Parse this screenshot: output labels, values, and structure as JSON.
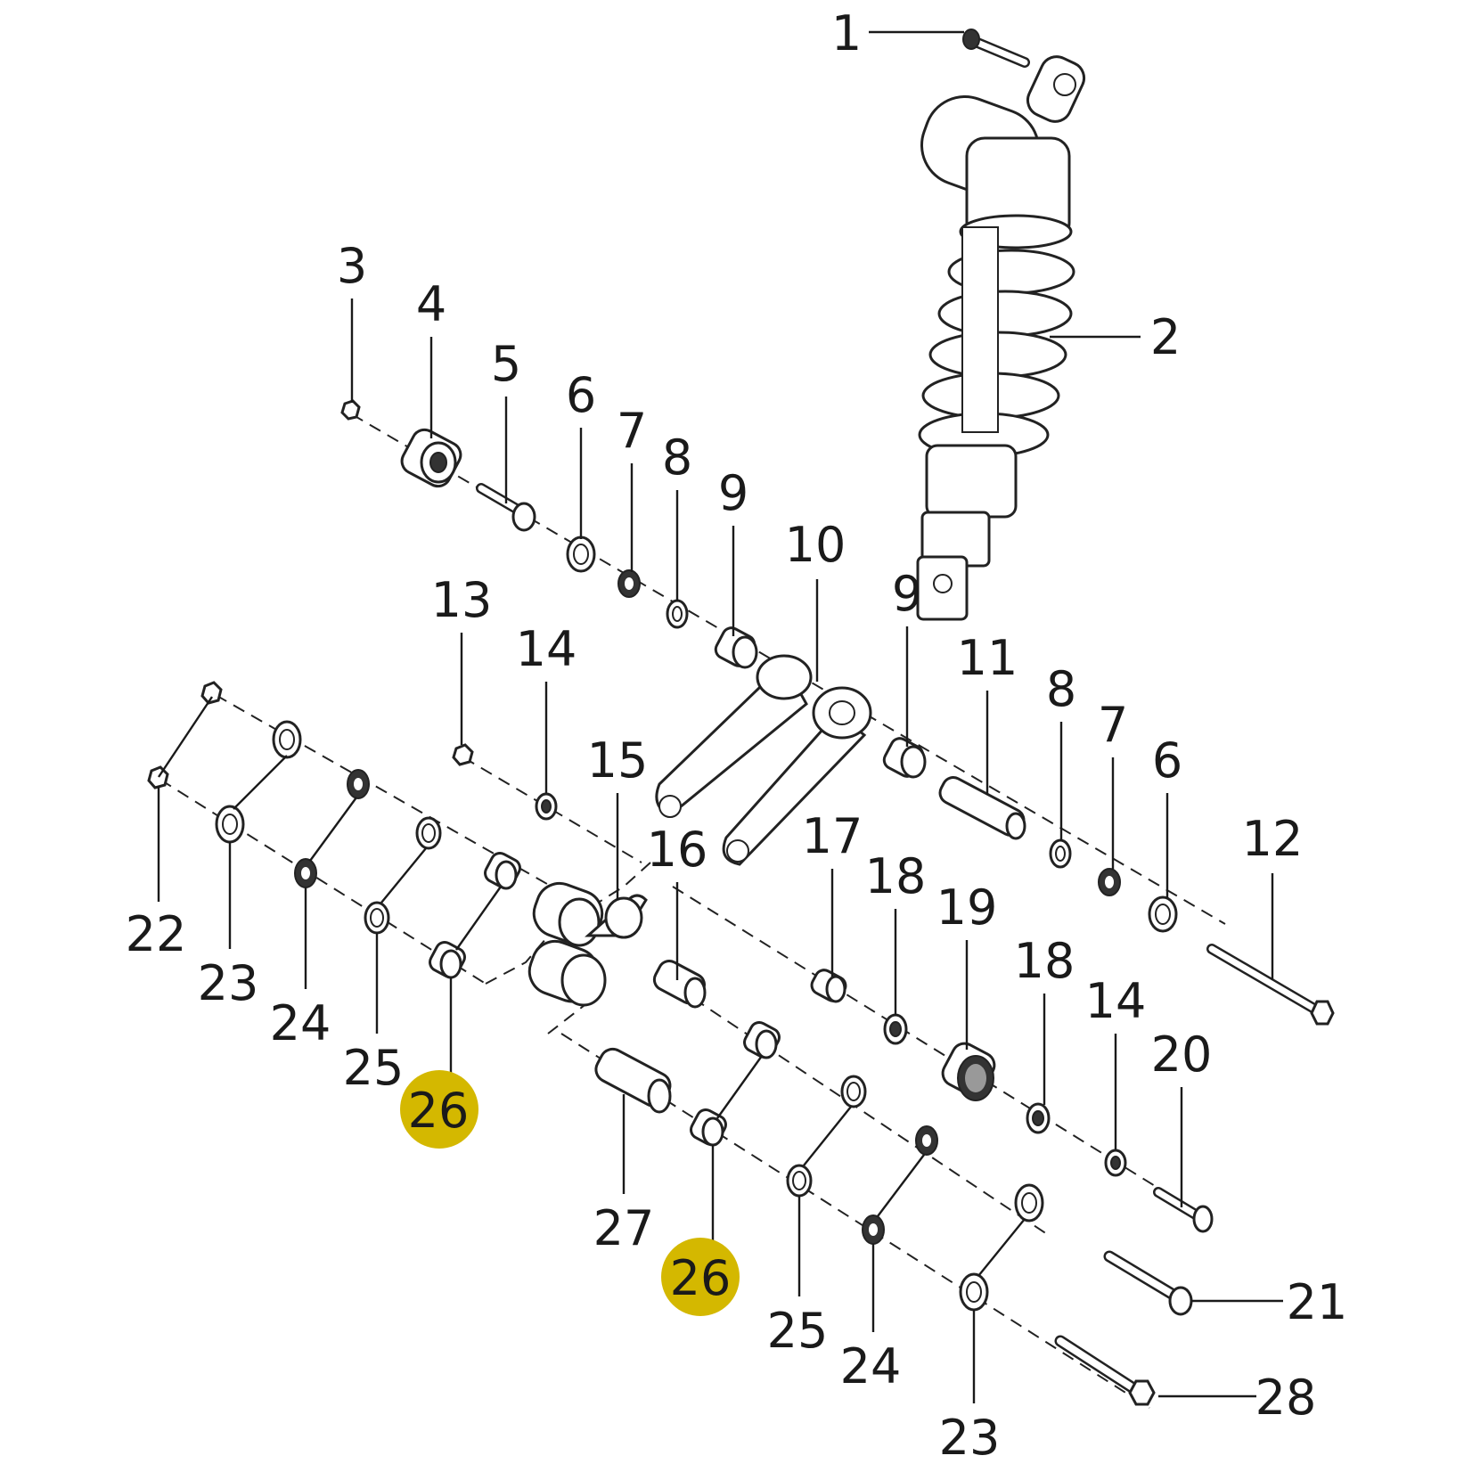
{
  "highlight_color": "#D4B800",
  "callouts": [
    {
      "id": "c1",
      "text": "1"
    },
    {
      "id": "c2",
      "text": "2"
    },
    {
      "id": "c3",
      "text": "3"
    },
    {
      "id": "c4",
      "text": "4"
    },
    {
      "id": "c5",
      "text": "5"
    },
    {
      "id": "c6a",
      "text": "6"
    },
    {
      "id": "c7a",
      "text": "7"
    },
    {
      "id": "c8a",
      "text": "8"
    },
    {
      "id": "c9a",
      "text": "9"
    },
    {
      "id": "c10",
      "text": "10"
    },
    {
      "id": "c9b",
      "text": "9"
    },
    {
      "id": "c11",
      "text": "11"
    },
    {
      "id": "c8b",
      "text": "8"
    },
    {
      "id": "c7b",
      "text": "7"
    },
    {
      "id": "c6b",
      "text": "6"
    },
    {
      "id": "c12",
      "text": "12"
    },
    {
      "id": "c13",
      "text": "13"
    },
    {
      "id": "c14a",
      "text": "14"
    },
    {
      "id": "c15",
      "text": "15"
    },
    {
      "id": "c16",
      "text": "16"
    },
    {
      "id": "c17",
      "text": "17"
    },
    {
      "id": "c18a",
      "text": "18"
    },
    {
      "id": "c19",
      "text": "19"
    },
    {
      "id": "c18b",
      "text": "18"
    },
    {
      "id": "c14b",
      "text": "14"
    },
    {
      "id": "c20",
      "text": "20"
    },
    {
      "id": "c22",
      "text": "22"
    },
    {
      "id": "c23a",
      "text": "23"
    },
    {
      "id": "c24a",
      "text": "24"
    },
    {
      "id": "c25a",
      "text": "25"
    },
    {
      "id": "c26a",
      "text": "26",
      "highlighted": true
    },
    {
      "id": "c27",
      "text": "27"
    },
    {
      "id": "c26b",
      "text": "26",
      "highlighted": true
    },
    {
      "id": "c25b",
      "text": "25"
    },
    {
      "id": "c24b",
      "text": "24"
    },
    {
      "id": "c23b",
      "text": "23"
    },
    {
      "id": "c21",
      "text": "21"
    },
    {
      "id": "c28",
      "text": "28"
    }
  ]
}
